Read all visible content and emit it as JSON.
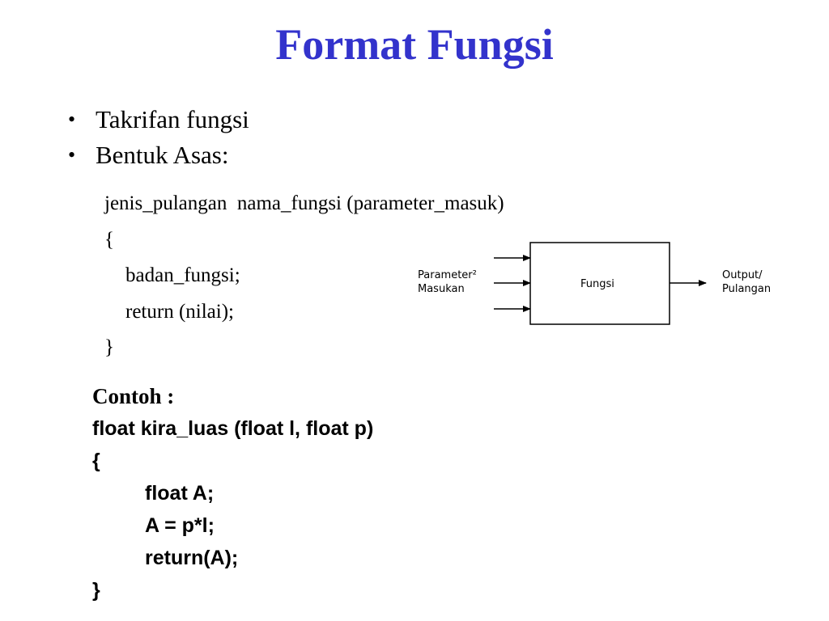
{
  "slide": {
    "title": "Format Fungsi",
    "title_color": "#3333cc",
    "bullets": [
      {
        "text": "Takrifan fungsi"
      },
      {
        "text": "Bentuk Asas:"
      }
    ],
    "bullet_glyph": "•",
    "syntax": {
      "signature": "jenis_pulangan  nama_fungsi (parameter_masuk)",
      "open_brace": "{",
      "body_line": "badan_fungsi;",
      "return_line": "return (nilai);",
      "close_brace": "}"
    },
    "diagram": {
      "input_label_line1": "Parameter²",
      "input_label_line2": "Masukan",
      "box_label": "Fungsi",
      "output_label_line1": "Output/",
      "output_label_line2": "Pulangan"
    },
    "example": {
      "heading": "Contoh :",
      "lines": [
        "float kira_luas (float l, float p)",
        "{",
        "float A;",
        "A = p*l;",
        "return(A);",
        "}"
      ]
    }
  }
}
